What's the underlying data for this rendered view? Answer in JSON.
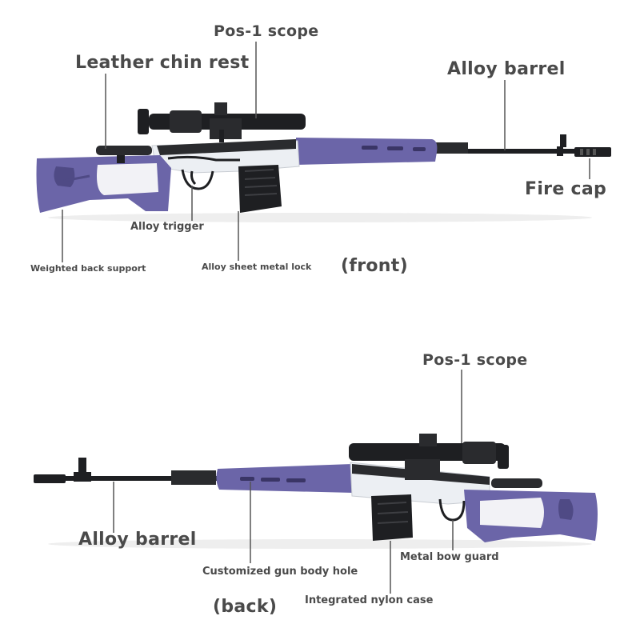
{
  "colors": {
    "stock_purple": "#6b65a8",
    "stock_purple_dark": "#4f4a85",
    "receiver_white": "#eceff3",
    "metal_black": "#1e1f22",
    "label_gray": "#4a4a4a",
    "leader_line": "#555555"
  },
  "front": {
    "caption": "(front)",
    "labels": {
      "scope": "Pos-1 scope",
      "chin_rest": "Leather chin rest",
      "barrel": "Alloy barrel",
      "fire_cap": "Fire cap",
      "trigger": "Alloy trigger",
      "back_support": "Weighted back support",
      "metal_lock": "Alloy sheet metal lock"
    }
  },
  "back": {
    "caption": "(back)",
    "labels": {
      "scope": "Pos-1 scope",
      "barrel": "Alloy barrel",
      "bow_guard": "Metal bow guard",
      "body_hole": "Customized gun body hole",
      "nylon_case": "Integrated nylon case"
    }
  }
}
